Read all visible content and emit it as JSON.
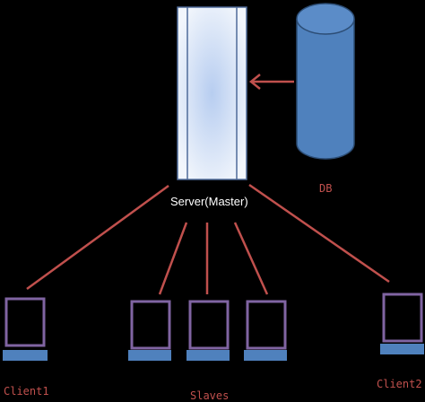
{
  "labels": {
    "server": "Server(Master)",
    "db": "DB",
    "client1": "Client1",
    "client2": "Client2",
    "slaves": "Slaves"
  },
  "colors": {
    "background": "#000000",
    "connector": "#c0504d",
    "monitor_frame": "#8064a2",
    "monitor_base": "#4f81bd",
    "db_fill": "#4f81bd",
    "server_fill": "#dbe5f1"
  },
  "icons": {
    "server": "server-rack-icon",
    "database": "database-cylinder-icon",
    "computer": "monitor-icon"
  }
}
